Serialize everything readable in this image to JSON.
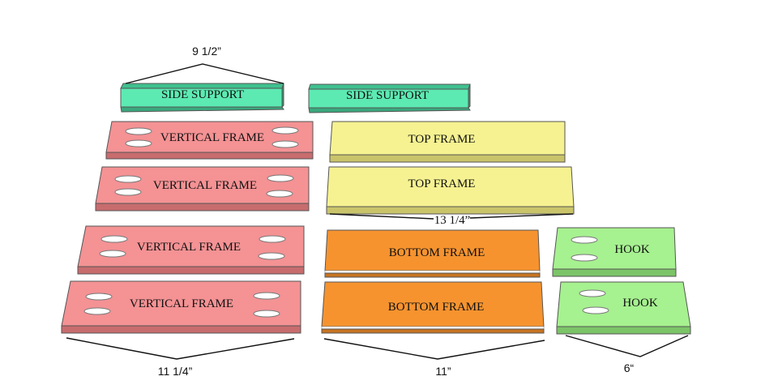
{
  "colors": {
    "side_support": "#5ceab2",
    "vertical_frame": "#f49294",
    "top_frame": "#f6f291",
    "bottom_frame": "#f6932f",
    "hook": "#a6f190"
  },
  "labels": {
    "side_support": "SIDE SUPPORT",
    "vertical_frame": "VERTICAL FRAME",
    "top_frame": "TOP FRAME",
    "bottom_frame": "BOTTOM FRAME",
    "hook": "HOOK"
  },
  "dimensions": {
    "side_support": "9  1/2”",
    "top_frame": "13 1/4”",
    "vertical_frame": "11  1/4”",
    "bottom_frame": "11”",
    "hook": "6“"
  }
}
